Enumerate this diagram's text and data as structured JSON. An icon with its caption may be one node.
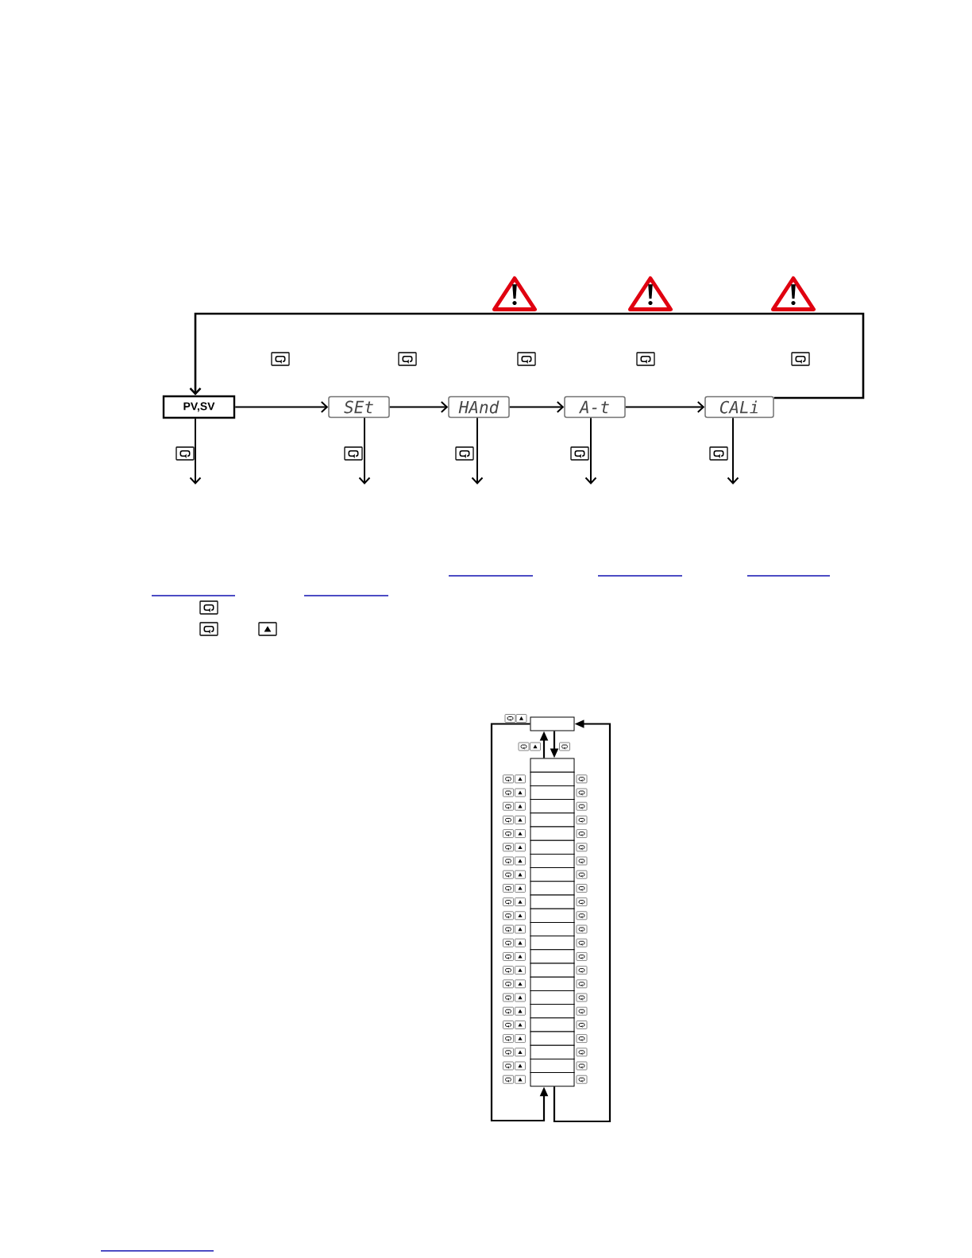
{
  "diagram": {
    "nodes": [
      {
        "text": [
          "PV,SV"
        ]
      },
      {
        "text": [
          "SEt"
        ]
      },
      {
        "text": [
          "HAnd"
        ]
      },
      {
        "text": [
          "A-t"
        ]
      },
      {
        "text": [
          "CALi"
        ]
      },
      {
        "text": [],
        "shape": "box"
      },
      {
        "text": [],
        "shape": "box"
      },
      {
        "text": [],
        "shape": "box"
      },
      {
        "text": [],
        "shape": "box"
      },
      {
        "text": [],
        "shape": "box"
      },
      {
        "text": [],
        "shape": "box"
      },
      {
        "text": [],
        "shape": "box"
      },
      {
        "text": [],
        "shape": "box"
      },
      {
        "text": [],
        "shape": "box"
      },
      {
        "text": [],
        "shape": "box"
      },
      {
        "text": [],
        "shape": "box"
      },
      {
        "text": [],
        "shape": "box"
      },
      {
        "text": [],
        "shape": "box"
      },
      {
        "text": [],
        "shape": "box"
      },
      {
        "text": [],
        "shape": "box"
      },
      {
        "text": [],
        "shape": "box"
      },
      {
        "text": [],
        "shape": "box"
      },
      {
        "text": [],
        "shape": "box"
      },
      {
        "text": [],
        "shape": "box"
      },
      {
        "text": [],
        "shape": "box"
      },
      {
        "text": [],
        "shape": "box"
      },
      {
        "text": [],
        "shape": "box"
      },
      {
        "text": [],
        "shape": "box"
      },
      {
        "text": [],
        "shape": "box"
      },
      {
        "text": [],
        "shape": "box"
      }
    ],
    "edges": [
      {
        "from": 0,
        "to": 1,
        "arrow": "to"
      },
      {
        "from": 1,
        "to": 2,
        "arrow": "to"
      },
      {
        "from": 2,
        "to": 3,
        "arrow": "to"
      },
      {
        "from": 3,
        "to": 4,
        "arrow": "to"
      },
      {
        "from": 4,
        "to": 0,
        "arrow": "to"
      },
      {
        "from": 0,
        "to": null,
        "arrow": "to"
      },
      {
        "from": 1,
        "to": null,
        "arrow": "to"
      },
      {
        "from": 2,
        "to": null,
        "arrow": "to"
      },
      {
        "from": 3,
        "to": null,
        "arrow": "to"
      },
      {
        "from": 4,
        "to": null,
        "arrow": "to"
      },
      {
        "from": 5,
        "to": 6,
        "arrow": "to"
      },
      {
        "from": 6,
        "to": 5,
        "arrow": "to"
      },
      {
        "from": 5,
        "to": 29,
        "arrow": "to"
      },
      {
        "from": 29,
        "to": 5,
        "arrow": "to"
      }
    ]
  }
}
